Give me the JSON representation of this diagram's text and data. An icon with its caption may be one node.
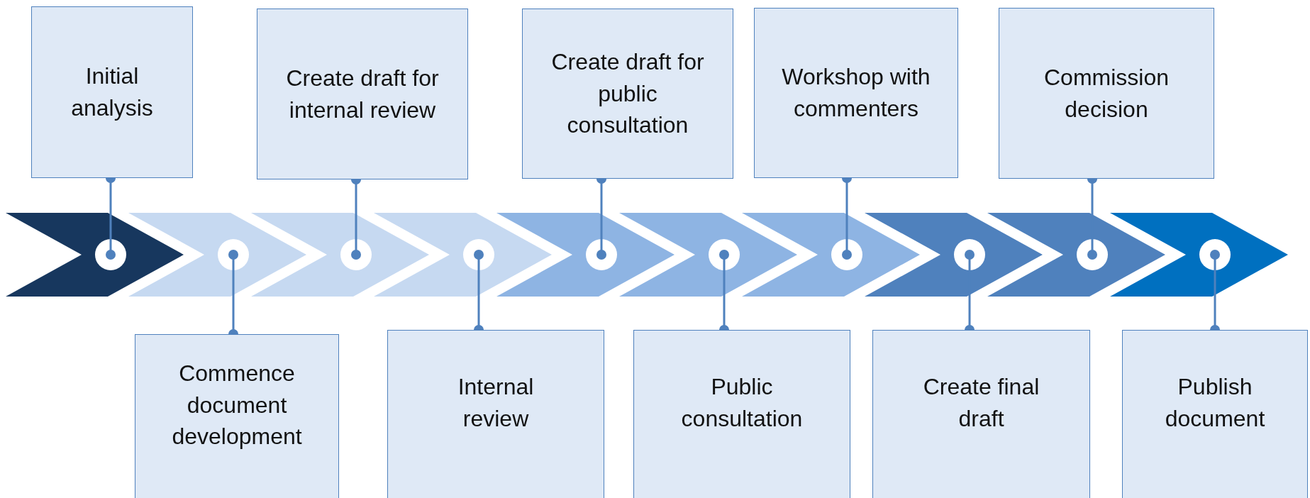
{
  "diagram": {
    "nodes": [
      {
        "text": [
          "Initial analysis"
        ]
      },
      {
        "text": [
          "Commence document development"
        ]
      },
      {
        "text": [
          "Create draft for internal review"
        ]
      },
      {
        "text": [
          "Internal review"
        ]
      },
      {
        "text": [
          "Create draft for public consultation"
        ]
      },
      {
        "text": [
          "Public consultation"
        ]
      },
      {
        "text": [
          "Workshop with commenters"
        ]
      },
      {
        "text": [
          "Create final draft"
        ]
      },
      {
        "text": [
          "Commission decision"
        ]
      },
      {
        "text": [
          "Publish document"
        ]
      },
      {
        "text": [],
        "shape": "chevron"
      },
      {
        "text": [],
        "shape": "chevron"
      },
      {
        "text": [],
        "shape": "chevron"
      },
      {
        "text": [],
        "shape": "chevron"
      },
      {
        "text": [],
        "shape": "chevron"
      },
      {
        "text": [],
        "shape": "chevron"
      },
      {
        "text": [],
        "shape": "chevron"
      },
      {
        "text": [],
        "shape": "chevron"
      },
      {
        "text": [],
        "shape": "chevron"
      },
      {
        "text": [],
        "shape": "chevron"
      }
    ],
    "edges": [
      {
        "from": 0,
        "to": 10,
        "arrow": "other"
      },
      {
        "from": 1,
        "to": 11,
        "arrow": "other"
      },
      {
        "from": 2,
        "to": 12,
        "arrow": "other"
      },
      {
        "from": 3,
        "to": 13,
        "arrow": "other"
      },
      {
        "from": 4,
        "to": 14,
        "arrow": "other"
      },
      {
        "from": 5,
        "to": 15,
        "arrow": "other"
      },
      {
        "from": 6,
        "to": 16,
        "arrow": "other"
      },
      {
        "from": 7,
        "to": 17,
        "arrow": "other"
      },
      {
        "from": 8,
        "to": 18,
        "arrow": "other"
      },
      {
        "from": 9,
        "to": 19,
        "arrow": "other"
      }
    ]
  }
}
